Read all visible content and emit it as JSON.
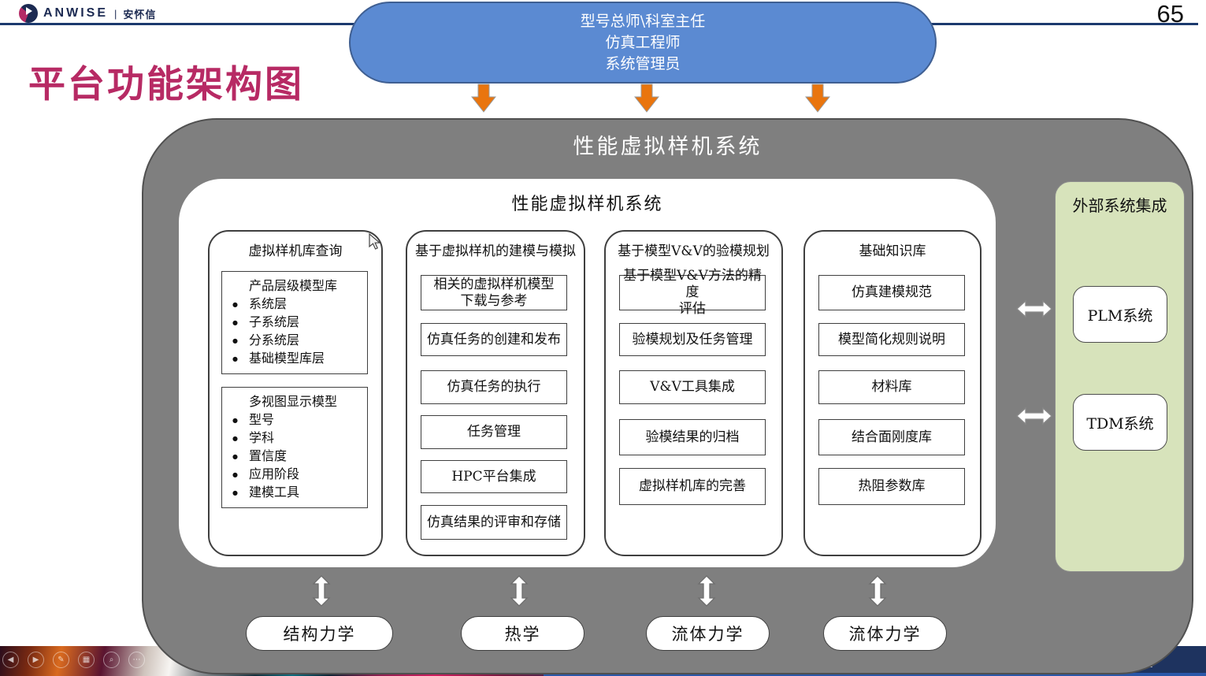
{
  "page_number": "65",
  "header": {
    "logo_text": "ANWISE",
    "logo_divider": "|",
    "logo_cn": "安怀信"
  },
  "slide_title": "平台功能架构图",
  "roles": {
    "line1": "型号总师\\科室主任",
    "line2": "仿真工程师",
    "line3": "系统管理员"
  },
  "system": {
    "outer_title": "性能虚拟样机系统",
    "inner_title": "性能虚拟样机系统",
    "columns": [
      {
        "header": "虚拟样机库查询",
        "groups": [
          {
            "title": "产品层级模型库",
            "items": [
              "系统层",
              "子系统层",
              "分系统层",
              "基础模型库层"
            ]
          },
          {
            "title": "多视图显示模型",
            "items": [
              "型号",
              "学科",
              "置信度",
              "应用阶段",
              "建模工具"
            ]
          }
        ]
      },
      {
        "header": "基于虚拟样机的建模与模拟",
        "boxes": [
          "相关的虚拟样机模型\n下载与参考",
          "仿真任务的创建和发布",
          "仿真任务的执行",
          "任务管理",
          "HPC平台集成",
          "仿真结果的评审和存储"
        ]
      },
      {
        "header": "基于模型V&V的验模规划",
        "boxes": [
          "基于模型V&V方法的精度\n评估",
          "验模规划及任务管理",
          "V&V工具集成",
          "验模结果的归档",
          "虚拟样机库的完善"
        ]
      },
      {
        "header": "基础知识库",
        "boxes": [
          "仿真建模规范",
          "模型简化规则说明",
          "材料库",
          "结合面刚度库",
          "热阻参数库"
        ]
      }
    ]
  },
  "external": {
    "title": "外部系统集成",
    "systems": [
      "PLM系统",
      "TDM系统"
    ]
  },
  "disciplines": [
    "结构力学",
    "热学",
    "流体力学",
    "流体力学"
  ],
  "footer": {
    "partial_text": "GE"
  },
  "slideshow_controls": [
    "◀",
    "▶",
    "✎",
    "▦",
    "⌕",
    "⋯"
  ],
  "colors": {
    "accent_blue": "#5b8ad2",
    "arrow_orange": "#e9750e",
    "container_gray": "#7f7f7f",
    "external_green": "#d7e3bb",
    "footer_navy": "#1e335f",
    "title_red": "#b72a64"
  }
}
